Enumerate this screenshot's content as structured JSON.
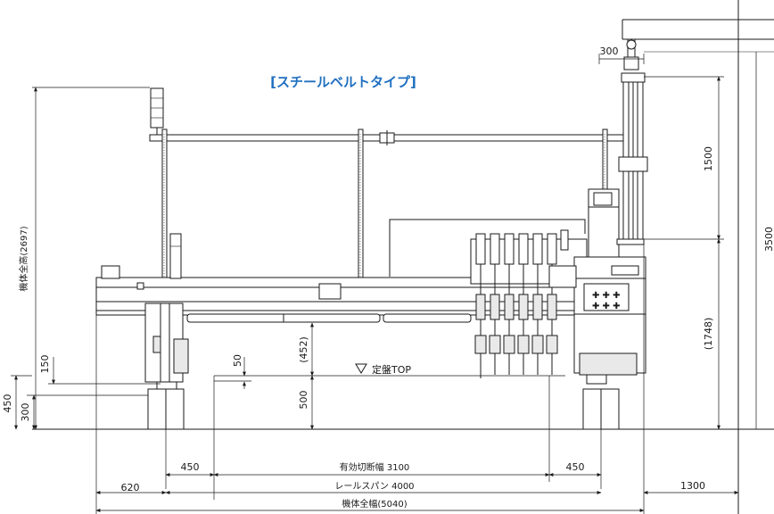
{
  "title": "[スチールベルトタイプ]",
  "colors": {
    "title": "#1f6fc0",
    "line": "#1a1a1a"
  },
  "reference_label": "定盤TOP",
  "dimensions": {
    "d300_top": "300",
    "d1500": "1500",
    "d1748": "(1748)",
    "d3500": "3500",
    "height_total": "機体全高(2697)",
    "d150": "150",
    "d450_left": "450",
    "d300_left": "300",
    "d50": "50",
    "d452": "(452)",
    "d500": "500",
    "d450_a": "450",
    "cut_width": "有効切断幅 3100",
    "d450_b": "450",
    "d620": "620",
    "rail_span": "レールスパン 4000",
    "d1300": "1300",
    "total_width": "機体全幅(5040)"
  }
}
